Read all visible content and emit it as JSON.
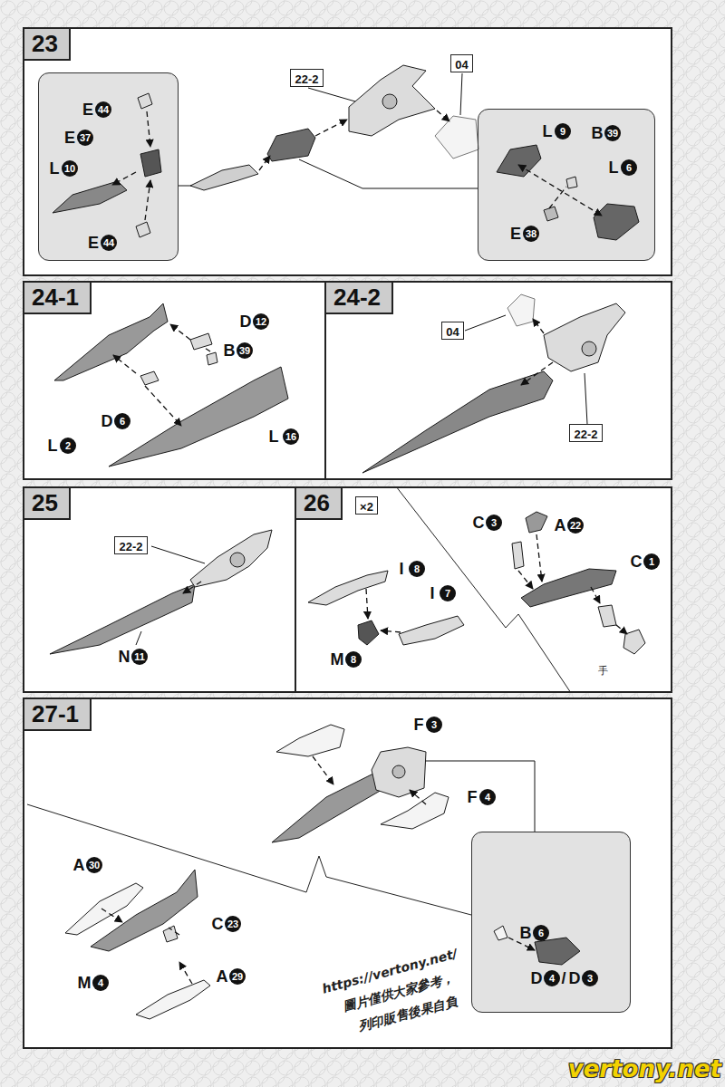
{
  "diagram": {
    "nodes": [
      {
        "text": [
          "23"
        ]
      },
      {
        "text": [
          "E",
          "44",
          "E",
          "37",
          "L",
          "10",
          "E",
          "44"
        ],
        "in": 0
      },
      {
        "text": [
          "22-2"
        ],
        "in": 0
      },
      {
        "text": [
          "04"
        ],
        "in": 0
      },
      {
        "text": [
          "L",
          "9",
          "B",
          "39",
          "L",
          "6",
          "E",
          "38"
        ],
        "in": 0
      },
      {
        "text": [
          "24-1"
        ]
      },
      {
        "text": [
          "24-2"
        ]
      },
      {
        "text": [
          "04"
        ],
        "in": 6
      },
      {
        "text": [
          "22-2"
        ],
        "in": 6
      },
      {
        "text": [
          "25"
        ]
      },
      {
        "text": [
          "22-2"
        ],
        "in": 9
      },
      {
        "text": [
          "26"
        ]
      },
      {
        "text": [
          "×2"
        ],
        "in": 11
      },
      {
        "text": [
          "27-1"
        ]
      },
      {
        "text": [
          "B",
          "6",
          "D",
          "4",
          "/",
          "D",
          "3"
        ],
        "in": 13
      }
    ],
    "labels": [
      "D",
      "12",
      "B",
      "39",
      "D",
      "6",
      "L",
      "2",
      "L",
      "16",
      "N",
      "11",
      "I",
      "8",
      "I",
      "7",
      "M",
      "8",
      "C",
      "3",
      "A",
      "22",
      "C",
      "1",
      "手",
      "F",
      "3",
      "F",
      "4",
      "A",
      "30",
      "C",
      "23",
      "A",
      "29",
      "M",
      "4",
      "https://vertony.net/",
      "圖片僅供大家參考，",
      "列印販售後果自負",
      "vertony.net"
    ]
  }
}
